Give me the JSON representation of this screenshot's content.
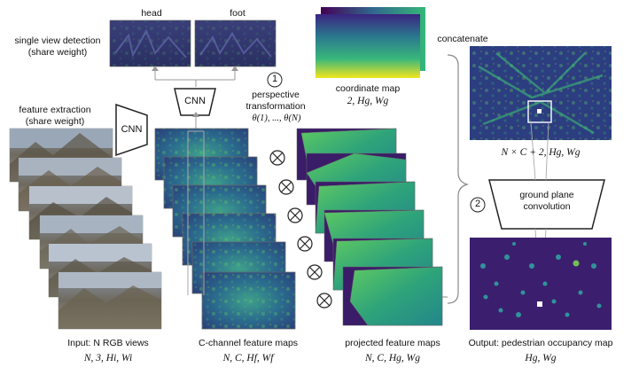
{
  "top": {
    "head_label": "head",
    "foot_label": "foot",
    "single_view_detection": [
      "single view detection",
      "(share weight)"
    ]
  },
  "feature_extraction": [
    "feature extraction",
    "(share weight)"
  ],
  "cnn_label": "CNN",
  "step1": {
    "number": "1",
    "text": [
      "perspective",
      "transformation"
    ],
    "theta": "θ(1), ..., θ(N)"
  },
  "coordinate_map": {
    "label": "coordinate map",
    "dims": "2, Hg, Wg"
  },
  "concatenate": "concatenate",
  "concat_dims": "N × C + 2, Hg, Wg",
  "step2": {
    "number": "2",
    "text": [
      "ground plane",
      "convolution"
    ]
  },
  "bottom": {
    "input": {
      "label": "Input: N RGB views",
      "dims": "N, 3, Hi, Wi"
    },
    "features": {
      "label": "C-channel feature maps",
      "dims": "N, C, Hf, Wf"
    },
    "projected": {
      "label": "projected feature maps",
      "dims": "N, C, Hg, Wg"
    },
    "output": {
      "label": "Output: pedestrian occupancy map",
      "dims": "Hg, Wg"
    }
  },
  "colors": {
    "viridis_dark": "#440154",
    "viridis_mid": "#21918c",
    "viridis_light": "#fde725",
    "feature_bg": "#2c4f8a"
  }
}
